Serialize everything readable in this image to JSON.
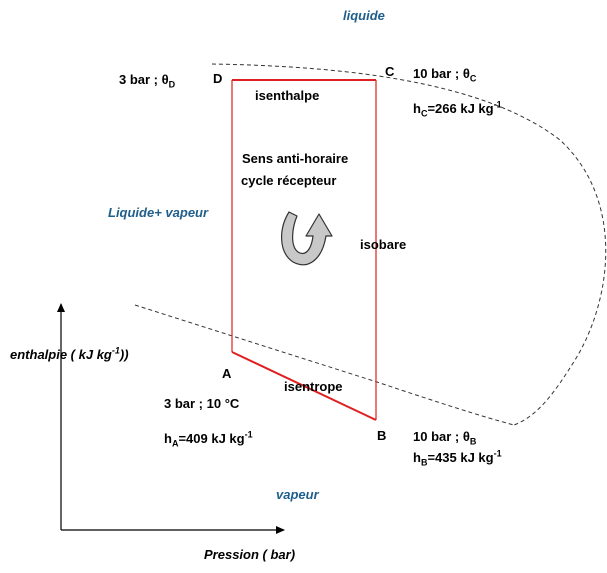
{
  "regions": {
    "liquide": "liquide",
    "liquide_vapeur": "Liquide+ vapeur",
    "vapeur": "vapeur"
  },
  "axes": {
    "ylabel_main": "enthalpie ( kJ kg",
    "ylabel_sup": "-1",
    "ylabel_end": "))",
    "xlabel": "Pression ( bar)"
  },
  "points": {
    "A": {
      "label": "A",
      "state": "3 bar ; 10 °C",
      "h_pre": "h",
      "h_sub": "A",
      "h_val": "=409 kJ kg",
      "h_sup": "-1"
    },
    "B": {
      "label": "B",
      "state_pre": "10 bar ; θ",
      "state_sub": "B",
      "h_pre": "h",
      "h_sub": "B",
      "h_val": "=435 kJ kg",
      "h_sup": "-1"
    },
    "C": {
      "label": "C",
      "state_pre": "10 bar ; θ",
      "state_sub": "C",
      "h_pre": "h",
      "h_sub": "C",
      "h_val": "=266 kJ kg",
      "h_sup": "-1"
    },
    "D": {
      "label": "D",
      "state_pre": "3 bar ; θ",
      "state_sub": "D"
    }
  },
  "processes": {
    "isenthalpe": "isenthalpe",
    "isobare": "isobare",
    "isentrope": "isentrope"
  },
  "cycle": {
    "line1": "Sens anti-horaire",
    "line2": "cycle récepteur"
  },
  "colors": {
    "cycle": "#e02020",
    "region_text": "#1f5f8b",
    "arrow_fill": "#c8c8c8"
  }
}
